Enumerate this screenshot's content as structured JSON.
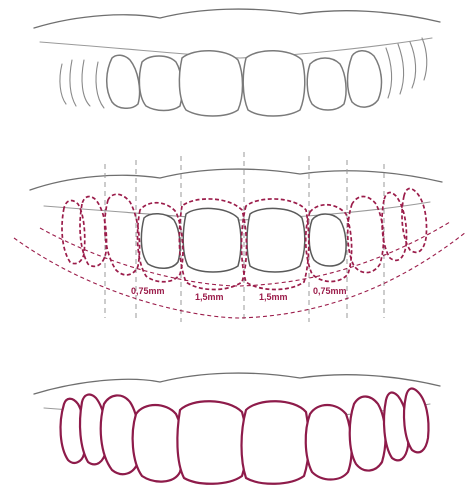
{
  "measurements": [
    {
      "key": "lateral-left",
      "label": "0,75mm"
    },
    {
      "key": "central-left",
      "label": "1,5mm"
    },
    {
      "key": "central-right",
      "label": "1,5mm"
    },
    {
      "key": "lateral-right",
      "label": "0,75mm"
    }
  ],
  "colors": {
    "accent": "#9b1c4a",
    "outline_grey": "#7a7a7a",
    "final_outline": "#8e1b4a"
  }
}
